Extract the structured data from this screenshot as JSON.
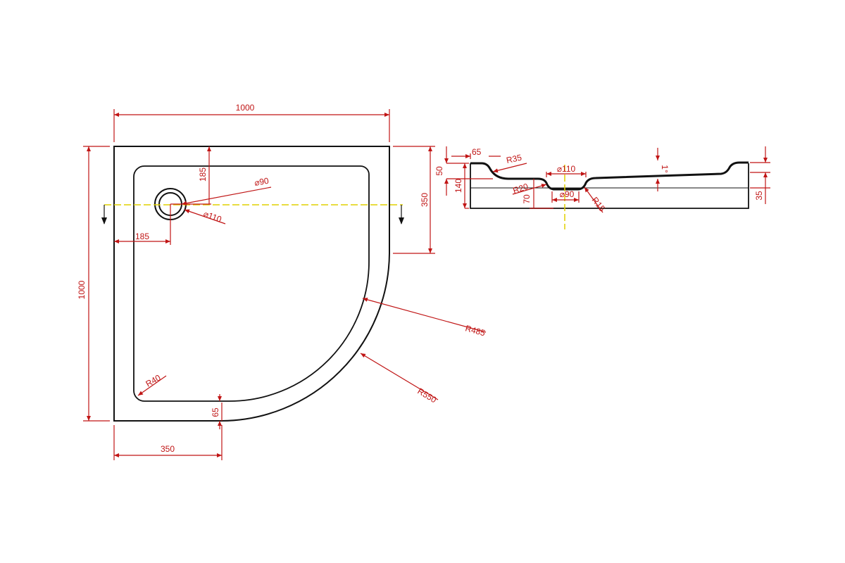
{
  "colors": {
    "outline": "#111111",
    "dimension": "#c01515",
    "centerline": "#e0d000"
  },
  "plan_view": {
    "width_top": "1000",
    "height_left": "1000",
    "drain_offset_y": "185",
    "drain_offset_x": "185",
    "drain_inner_dia": "⌀90",
    "drain_outer_dia": "⌀110",
    "side_straight": "350",
    "bottom_straight": "350",
    "inner_radius": "R485",
    "outer_radius": "R550",
    "corner_radius": "R40",
    "rim_width": "65"
  },
  "section_view": {
    "rim_width": "65",
    "rim_radius": "R35",
    "total_height": "140",
    "rim_height": "50",
    "outlet_outer_dia": "⌀110",
    "outlet_inner_dia": "⌀90",
    "sump_radius": "R20",
    "sump_depth": "70",
    "fillet_radius": "R15",
    "slope": "1°",
    "base_height": "35"
  }
}
